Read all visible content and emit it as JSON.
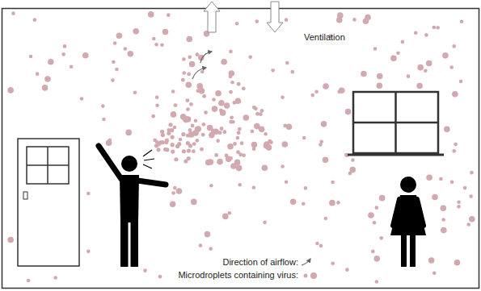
{
  "diagram": {
    "labels": [
      "Ventilation"
    ],
    "legend": [
      {
        "text": "Direction of airflow:"
      },
      {
        "text": "Microdroplets containing virus:"
      }
    ]
  }
}
